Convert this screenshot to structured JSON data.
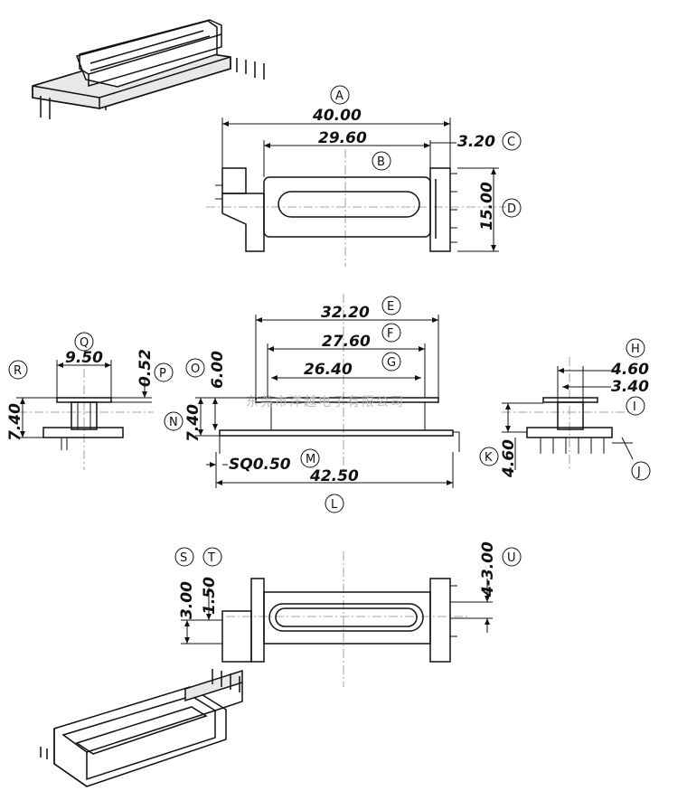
{
  "dimensions": {
    "top_overall": "40.00",
    "top_window": "29.60",
    "top_flange": "3.20",
    "top_height": "15.00",
    "mid_e": "32.20",
    "mid_f": "27.60",
    "mid_g": "26.40",
    "mid_total": "42.50",
    "mid_pin": "SQ0.50",
    "mid_height": "7.40",
    "mid_thick": "6.00",
    "left_width": "9.50",
    "left_thin": "0.52",
    "left_height": "7.40",
    "right_h": "4.60",
    "right_i": "3.40",
    "right_k": "4.60",
    "bot_s": "3.00",
    "bot_t": "1.50",
    "bot_u": "4-3.00"
  },
  "labels": {
    "A": "A",
    "B": "B",
    "C": "C",
    "D": "D",
    "E": "E",
    "F": "F",
    "G": "G",
    "H": "H",
    "I": "I",
    "J": "J",
    "K": "K",
    "L": "L",
    "M": "M",
    "N": "N",
    "O": "O",
    "P": "P",
    "Q": "Q",
    "R": "R",
    "S": "S",
    "T": "T",
    "U": "U"
  },
  "watermark": "东莞市洋越电子有限公司"
}
